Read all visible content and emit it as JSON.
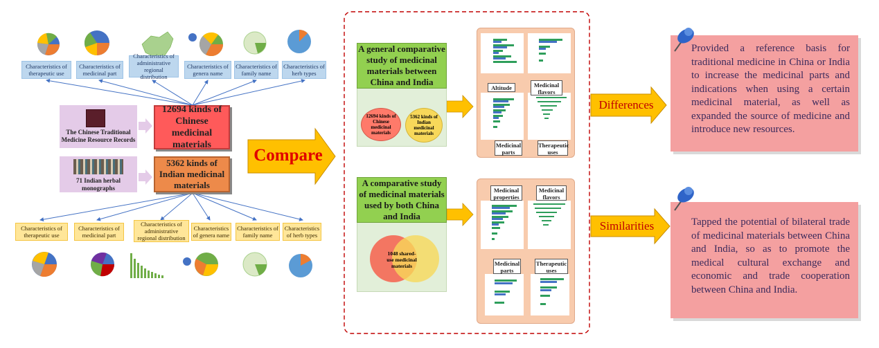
{
  "top_characteristics": [
    "Characteristics of therapeutic use",
    "Characteristics of medicinal part",
    "Characteristics of administrative regional distribution",
    "Characteristics of genera name",
    "Characteristics of family name",
    "Characteristics of herb types"
  ],
  "bottom_characteristics": [
    "Characteristics of therapeutic use",
    "Characteristics of medicinal part",
    "Characteristics of administrative regional distribution",
    "Characteristics of genera name",
    "Characteristics of family name",
    "Characteristics of herb types"
  ],
  "sources": {
    "china": "The Chinese Traditional Medicine Resource Records",
    "india": "71 Indian herbal monographs"
  },
  "kinds": {
    "china": "12694 kinds of Chinese medicinal materials",
    "india": "5362 kinds of Indian medicinal materials"
  },
  "compare_label": "Compare",
  "study1": {
    "title": "A general comparative study of medicinal materials between China and India",
    "circle_china": "12694 kinds of Chinese medicinal materials",
    "circle_india": "5362 kinds of Indian medicinal materials",
    "labels": [
      "Altitude",
      "Medicinal flavors",
      "Medicinal parts",
      "Therapeutic uses"
    ]
  },
  "study2": {
    "title": "A comparative study of medicinal materials used by both China and India",
    "overlap": "1048 shared-use medicinal materials",
    "labels": [
      "Medicinal properties",
      "Medicinal flavors",
      "Medicinal parts",
      "Therapeutic uses"
    ]
  },
  "differences_label": "Differences",
  "similarities_label": "Similarities",
  "outcome1": "Provided a reference basis for traditional medicine in China or India to increase the medicinal parts and indications when using a certain medicinal material, as well as expanded the source of medicine and introduce new resources.",
  "outcome2": "Tapped the potential of bilateral trade of medicinal materials between China and India, so as to promote the medical cultural exchange and economic and trade cooperation between China and India.",
  "colors": {
    "china_box": "#ff5a5a",
    "india_box": "#ed8a4a",
    "green_title": "#92d050",
    "chart_panel": "#f8cbad",
    "outcome_box": "#f4a0a0",
    "arrow": "#ffc000",
    "dashed_border": "#c00000"
  }
}
